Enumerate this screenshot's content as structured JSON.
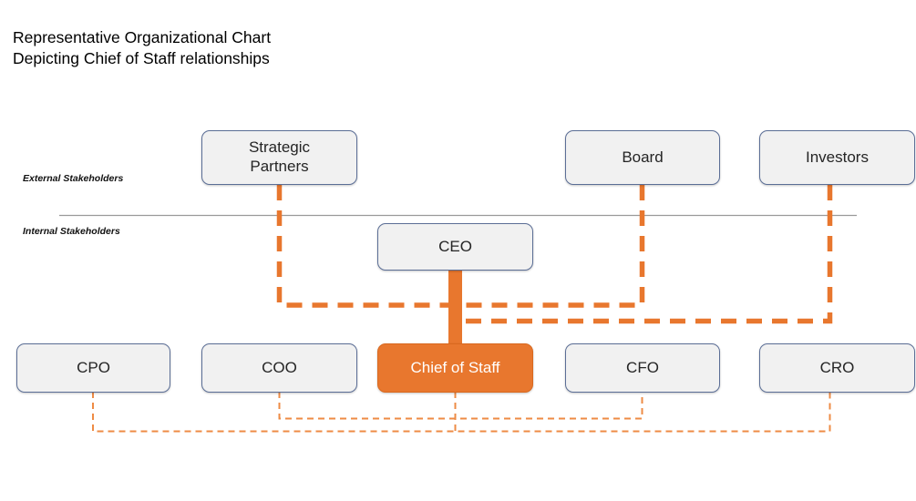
{
  "title": {
    "line1": "Representative Organizational Chart",
    "line2": "Depicting Chief of Staff relationships"
  },
  "legend": {
    "external_label": "External\nStakeholders",
    "internal_label": "Internal\nStakeholders"
  },
  "colors": {
    "accent_orange": "#E8772E",
    "box_border": "#5B6E96",
    "box_fill": "#F1F1F1",
    "divider": "#9A9A9A",
    "highlight_text": "#FFFFFF",
    "dotted_orange": "#EE8B45"
  },
  "nodes": {
    "external": [
      {
        "id": "strategic-partners",
        "label": "Strategic\nPartners"
      },
      {
        "id": "board",
        "label": "Board"
      },
      {
        "id": "investors",
        "label": "Investors"
      }
    ],
    "internal": [
      {
        "id": "ceo",
        "label": "CEO"
      },
      {
        "id": "cpo",
        "label": "CPO"
      },
      {
        "id": "coo",
        "label": "COO"
      },
      {
        "id": "chief-of-staff",
        "label": "Chief of Staff"
      },
      {
        "id": "cfo",
        "label": "CFO"
      },
      {
        "id": "cro",
        "label": "CRO"
      }
    ]
  },
  "relationships": {
    "primary": "CEO to Chief of Staff",
    "dashed": "External stakeholders to Chief of Staff",
    "dotted": "Chief of Staff to C-suite peers"
  }
}
